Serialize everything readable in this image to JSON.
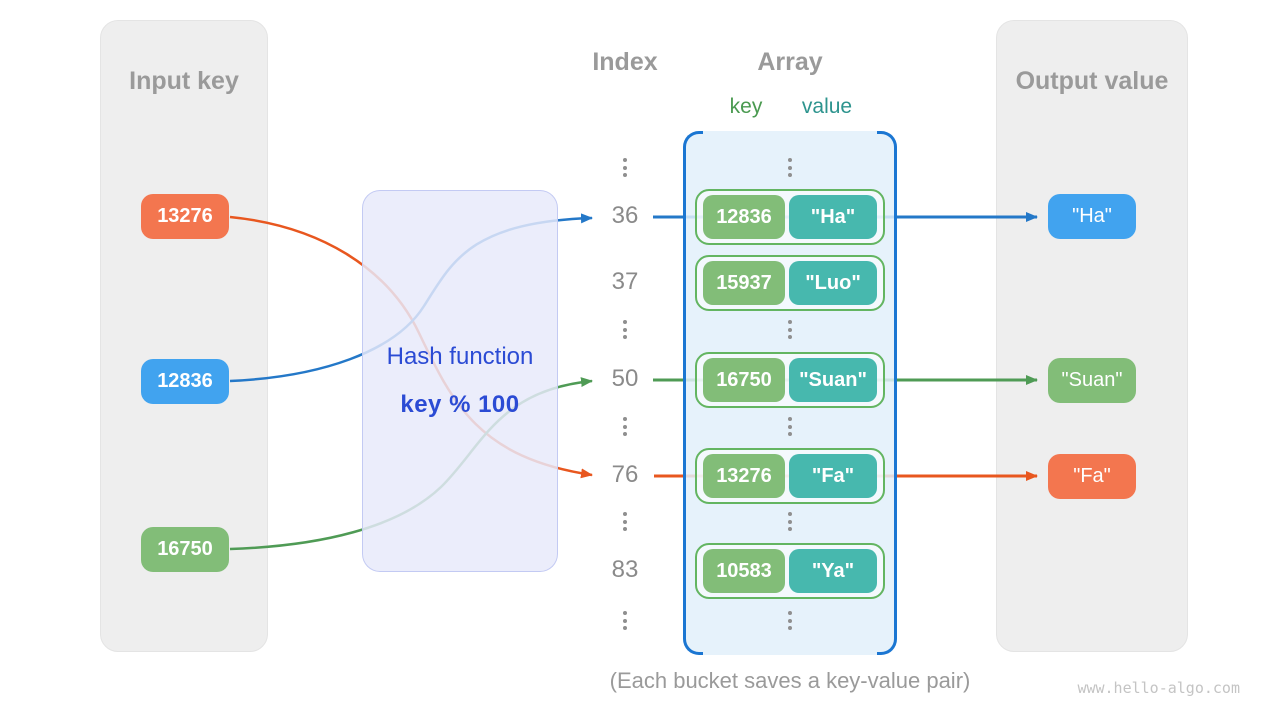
{
  "panels": {
    "input": {
      "title": "Input key"
    },
    "output": {
      "title": "Output value"
    }
  },
  "headers": {
    "index": "Index",
    "array": "Array",
    "key": "key",
    "value": "value"
  },
  "input_keys": [
    {
      "label": "13276",
      "color": "orange"
    },
    {
      "label": "12836",
      "color": "blue"
    },
    {
      "label": "16750",
      "color": "green"
    }
  ],
  "hash": {
    "title": "Hash function",
    "formula": "key % 100"
  },
  "indices": [
    "36",
    "37",
    "50",
    "76",
    "83"
  ],
  "buckets": [
    {
      "key": "12836",
      "value": "\"Ha\""
    },
    {
      "key": "15937",
      "value": "\"Luo\""
    },
    {
      "key": "16750",
      "value": "\"Suan\""
    },
    {
      "key": "13276",
      "value": "\"Fa\""
    },
    {
      "key": "10583",
      "value": "\"Ya\""
    }
  ],
  "outputs": [
    {
      "label": "\"Ha\"",
      "color": "blue"
    },
    {
      "label": "\"Suan\"",
      "color": "green"
    },
    {
      "label": "\"Fa\"",
      "color": "orange"
    }
  ],
  "caption": "(Each bucket saves a key-value pair)",
  "watermark": "www.hello-algo.com",
  "colors": {
    "box_orange": "#f3764f",
    "box_blue": "#41a3ef",
    "box_green": "#82bd78",
    "box_teal": "#47b8ae",
    "arrow_blue": "#2478c8",
    "arrow_orange": "#e8571f",
    "arrow_green": "#4f9b55",
    "bracket_blue": "#1b76d2",
    "bucket_border": "#63b561",
    "hash_text": "#2b4bd4",
    "key_label": "#4a9a50",
    "value_label": "#2d948e"
  }
}
